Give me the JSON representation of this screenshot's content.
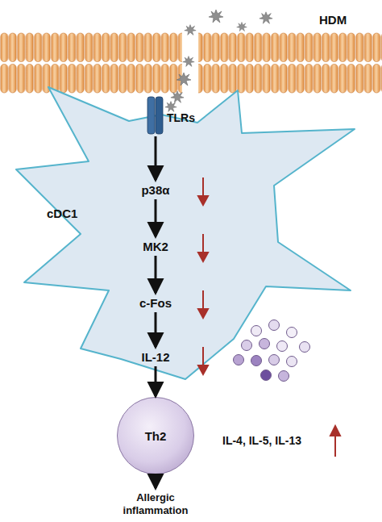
{
  "diagram": {
    "nodes": [
      {
        "text": [
          "TLRs"
        ]
      },
      {
        "text": [
          "cDC1"
        ]
      },
      {
        "text": [
          "p38α"
        ],
        "in": 1
      },
      {
        "text": [
          "MK2"
        ],
        "in": 1
      },
      {
        "text": [
          "c-Fos"
        ],
        "in": 1
      },
      {
        "text": [
          "IL-12"
        ],
        "in": 1
      },
      {
        "text": [
          "Th2"
        ]
      },
      {
        "text": [
          "Allergic inflammation"
        ]
      }
    ],
    "edges": [
      {
        "from": 0,
        "to": 2,
        "arrow": "to"
      },
      {
        "from": 2,
        "to": 3,
        "arrow": "to"
      },
      {
        "from": 3,
        "to": 4,
        "arrow": "to"
      },
      {
        "from": 4,
        "to": 5,
        "arrow": "to"
      },
      {
        "from": 5,
        "to": 6,
        "arrow": "to"
      },
      {
        "from": 6,
        "to": 7,
        "arrow": "to"
      }
    ],
    "labels": [
      "HDM",
      "IL-4, IL-5, IL-13"
    ]
  }
}
